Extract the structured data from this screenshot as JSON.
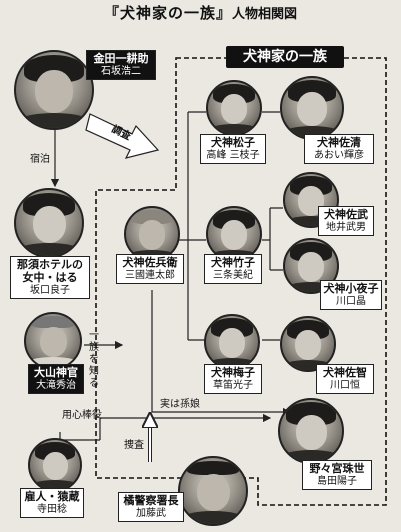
{
  "title": {
    "main": "『犬神家の一族』",
    "sub": "人物相関図"
  },
  "group_label": "犬神家の一族",
  "relations": {
    "investigate": "調査",
    "stay": "宿泊",
    "know_clan": "一族を知る",
    "grandchild": "実は孫娘",
    "bodyguard": "用心棒役",
    "search": "捜査"
  },
  "people": {
    "kindaichi": {
      "name": "金田一耕助",
      "actor": "石坂浩二"
    },
    "haru": {
      "name": "那須ホテルの女中・はる",
      "name1": "那須ホテルの",
      "name2": "女中・はる",
      "actor": "坂口良子"
    },
    "oyamagami": {
      "name": "大山神官",
      "actor": "大滝秀治"
    },
    "sahei": {
      "name": "犬神佐兵衛",
      "actor": "三國連太郎"
    },
    "matsuko": {
      "name": "犬神松子",
      "actor": "高峰 三枝子"
    },
    "kiyo": {
      "name": "犬神佐清",
      "actor": "あおい輝彦"
    },
    "takeko": {
      "name": "犬神竹子",
      "actor": "三条美紀"
    },
    "sabu": {
      "name": "犬神佐武",
      "actor": "地井武男"
    },
    "sayoko": {
      "name": "犬神小夜子",
      "actor": "川口晶"
    },
    "umeko": {
      "name": "犬神梅子",
      "actor": "草笛光子"
    },
    "sachi": {
      "name": "犬神佐智",
      "actor": "川口恒"
    },
    "tamayo": {
      "name": "野々宮珠世",
      "actor": "島田陽子"
    },
    "saruzo": {
      "name": "雇人・猿蔵",
      "actor": "寺田稔"
    },
    "tachibana": {
      "name": "橘警察署長",
      "actor": "加藤武"
    }
  }
}
